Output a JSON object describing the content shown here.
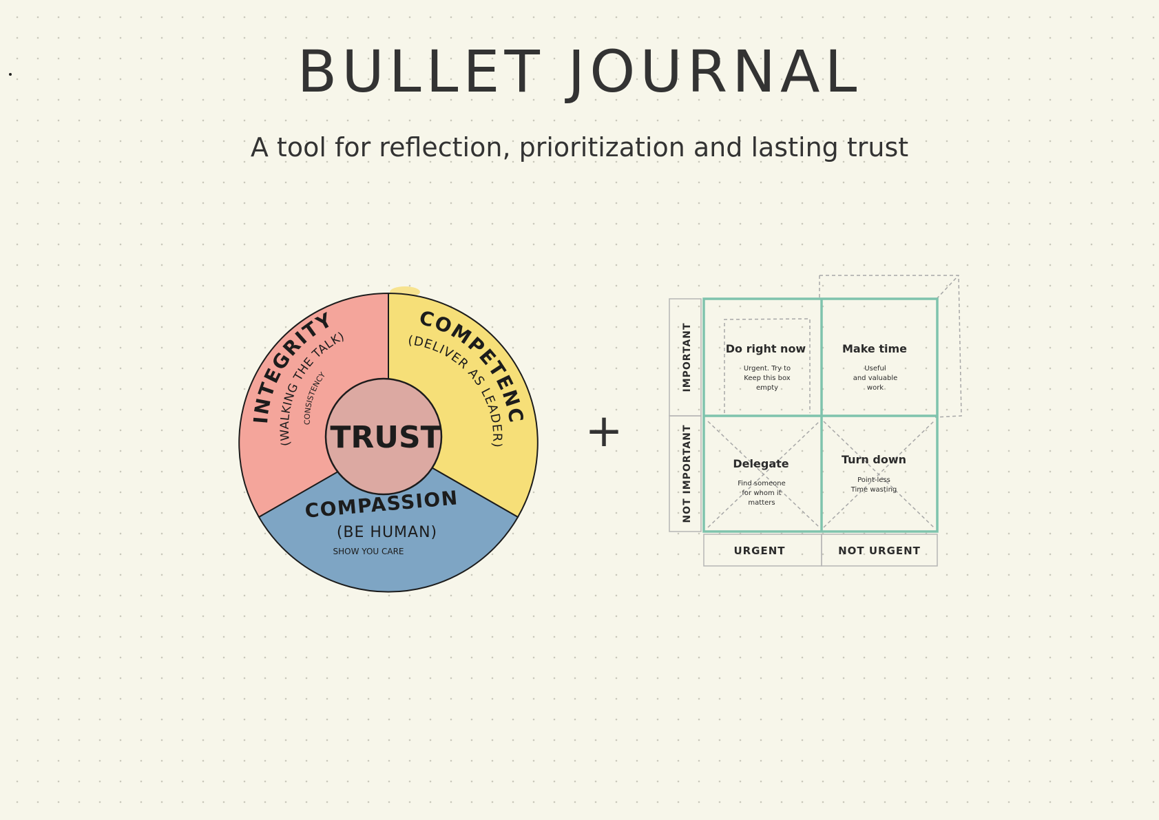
{
  "header": {
    "title": "BULLET JOURNAL",
    "subtitle": "A tool for reflection, prioritization and lasting trust"
  },
  "trust_wheel": {
    "center": "TRUST",
    "segments": [
      {
        "title": "INTEGRITY",
        "subtitle": "(WALKING THE TALK)",
        "note": "CONSISTENCY",
        "color": "#f4a59b"
      },
      {
        "title": "COMPETENCE",
        "subtitle": "(DELIVER AS LEADER)",
        "note": "",
        "color": "#f6df78"
      },
      {
        "title": "COMPASSION",
        "subtitle": "(BE HUMAN)",
        "note": "SHOW YOU CARE",
        "color": "#7ea5c4"
      }
    ],
    "center_color": "#dca9a2"
  },
  "plus_sign": "+",
  "matrix": {
    "row_labels": [
      "IMPORTANT",
      "NOT IMPORTANT"
    ],
    "column_labels": [
      "URGENT",
      "NOT URGENT"
    ],
    "cells": [
      {
        "title": "Do right now",
        "lines": [
          "Urgent. Try to",
          "Keep this box",
          "empty"
        ]
      },
      {
        "title": "Make time",
        "lines": [
          "Useful",
          "and valuable",
          "work"
        ]
      },
      {
        "title": "Delegate",
        "lines": [
          "Find someone",
          "for whom it",
          "matters"
        ]
      },
      {
        "title": "Turn down",
        "lines": [
          "Point-less",
          "Time wasting"
        ]
      }
    ],
    "grid_color": "#7fc3ad"
  }
}
